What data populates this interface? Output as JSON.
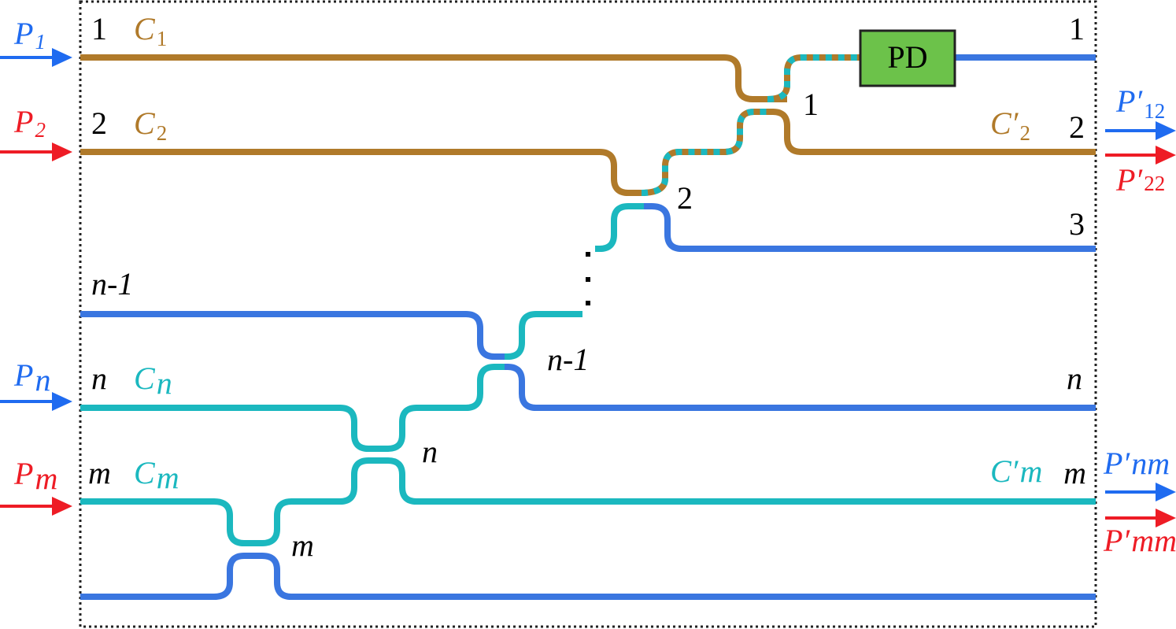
{
  "colors": {
    "brown": "#B07A2A",
    "cyan": "#1BB8BF",
    "blue": "#3A76E0",
    "arrow_blue": "#1F6BF0",
    "arrow_red": "#EE1C25",
    "pd_fill": "#6CC24A",
    "border": "#222222"
  },
  "inputs": {
    "p1": {
      "base": "P",
      "sub": "1"
    },
    "p2": {
      "base": "P",
      "sub": "2"
    },
    "pn": {
      "base": "P",
      "sub": "n"
    },
    "pm": {
      "base": "P",
      "sub": "m"
    }
  },
  "outputs": {
    "p12": {
      "base": "P′",
      "sub": "12"
    },
    "p22": {
      "base": "P′",
      "sub": "22"
    },
    "pnm": {
      "base": "P′",
      "sub": "nm"
    },
    "pmm": {
      "base": "P′",
      "sub": "mm"
    }
  },
  "left_ports": {
    "p1": "1",
    "p2": "2",
    "pn1": "n-1",
    "pn": "n",
    "pm": "m"
  },
  "right_ports": {
    "p1": "1",
    "p2": "2",
    "p3": "3",
    "pn": "n",
    "pm": "m"
  },
  "couplers": {
    "c1": "1",
    "c2": "2",
    "cn1": "n-1",
    "cn": "n",
    "cm": "m"
  },
  "carriers": {
    "c1": {
      "base": "C",
      "sub": "1"
    },
    "c2": {
      "base": "C",
      "sub": "2"
    },
    "cn": {
      "base": "C",
      "sub": "n"
    },
    "cm": {
      "base": "C",
      "sub": "m"
    },
    "c2_out": {
      "base": "C′",
      "sub": "2"
    },
    "cm_out": {
      "base": "C′",
      "sub": "m"
    }
  },
  "pd_label": "PD",
  "ellipsis": "⋮"
}
